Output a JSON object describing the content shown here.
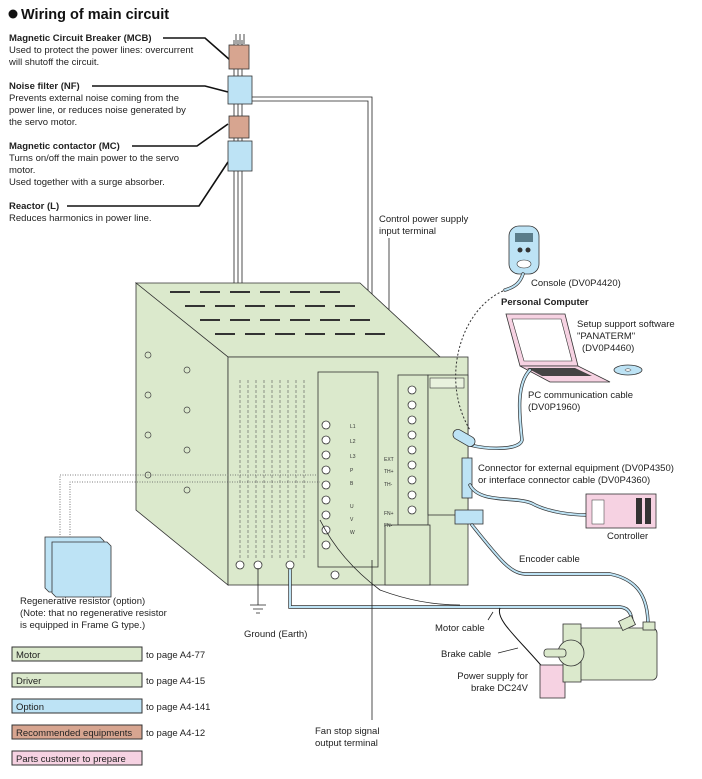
{
  "title": "Wiring of main circuit",
  "components": {
    "mcb": {
      "name": "Magnetic Circuit Breaker (MCB)",
      "desc": [
        "Used to protect the power lines: overcurrent",
        "will shutoff the circuit."
      ]
    },
    "nf": {
      "name": "Noise filter (NF)",
      "desc": [
        "Prevents external noise coming from the",
        "power line, or reduces noise generated by",
        "the servo motor."
      ]
    },
    "mc": {
      "name": "Magnetic contactor (MC)",
      "desc": [
        "Turns on/off the main power to the servo",
        "motor.",
        "Used together with a surge absorber."
      ]
    },
    "reactor": {
      "name": "Reactor (L)",
      "desc": [
        "Reduces harmonics in power line."
      ]
    }
  },
  "labels": {
    "control_power": [
      "Control power supply",
      "input terminal"
    ],
    "console": "Console (DV0P4420)",
    "personal_computer": "Personal Computer",
    "setup_software": [
      "Setup support software",
      "\"PANATERM\"",
      "(DV0P4460)"
    ],
    "pc_cable": [
      "PC communication cable",
      "(DV0P1960)"
    ],
    "connector": [
      "Connector for external equipment (DV0P4350)",
      "or interface connector cable (DV0P4360)"
    ],
    "controller": "Controller",
    "encoder_cable": "Encoder cable",
    "motor_cable": "Motor cable",
    "brake_cable": "Brake cable",
    "brake_power": [
      "Power supply for",
      "brake DC24V"
    ],
    "ground": "Ground (Earth)",
    "regen": [
      "Regenerative resistor (option)",
      "(Note: that no regenerative resistor",
      "is equipped in Frame G type.)"
    ],
    "fan_stop": [
      "Fan stop signal",
      "output terminal"
    ]
  },
  "terminals": {
    "left": [
      "L1",
      "L2",
      "L3",
      "P",
      "B",
      "U",
      "V",
      "W"
    ],
    "right": [
      "EXT",
      "TH+",
      "TH-",
      "FN+",
      "FN-"
    ]
  },
  "legend": [
    {
      "label": "Motor",
      "page": "to page A4-77",
      "color": "#dbe9cc"
    },
    {
      "label": "Driver",
      "page": "to page A4-15",
      "color": "#dbe9cc"
    },
    {
      "label": "Option",
      "page": "to page A4-141",
      "color": "#bde3f5"
    },
    {
      "label": "Recommended equipments",
      "page": "to page A4-12",
      "color": "#d7a590"
    },
    {
      "label": "Parts customer to prepare",
      "page": "",
      "color": "#f6d2e2"
    }
  ]
}
